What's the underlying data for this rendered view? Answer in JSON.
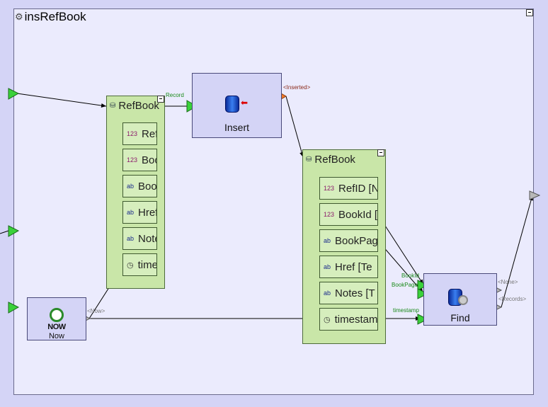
{
  "diagram": {
    "title": "insRefBook",
    "nodes": {
      "insert": {
        "label": "Insert"
      },
      "find": {
        "label": "Find"
      },
      "now": {
        "label": "Now",
        "icon_text": "NOW"
      }
    },
    "groups": {
      "left": {
        "header": "RefBook",
        "fields": [
          {
            "icon": "123",
            "text": "RefID"
          },
          {
            "icon": "123",
            "text": "BookId"
          },
          {
            "icon": "ab",
            "text": "BookPage"
          },
          {
            "icon": "ab",
            "text": "Href"
          },
          {
            "icon": "ab",
            "text": "Notes"
          },
          {
            "icon": "clock",
            "text": "timestamp"
          }
        ]
      },
      "right": {
        "header": "RefBook",
        "fields": [
          {
            "icon": "123",
            "text": "RefID [N"
          },
          {
            "icon": "123",
            "text": "BookId ["
          },
          {
            "icon": "ab",
            "text": "BookPag"
          },
          {
            "icon": "ab",
            "text": "Href [Te"
          },
          {
            "icon": "ab",
            "text": "Notes [T"
          },
          {
            "icon": "clock",
            "text": "timestam"
          }
        ]
      }
    },
    "port_labels": {
      "record": "Record",
      "inserted": "<Inserted>",
      "now_out": "<Now>",
      "bookid": "BookId",
      "bookpage": "BookPage",
      "timestamp": "timestamp",
      "none": "<None>",
      "records": "<Records>"
    },
    "colors": {
      "canvas": "#ebebfd",
      "node": "#d4d4f6",
      "group": "#c9e6a8",
      "port_in": "#3ad13a",
      "port_out_orange": "#f07a2a",
      "port_grey": "#b8b8b8"
    }
  }
}
